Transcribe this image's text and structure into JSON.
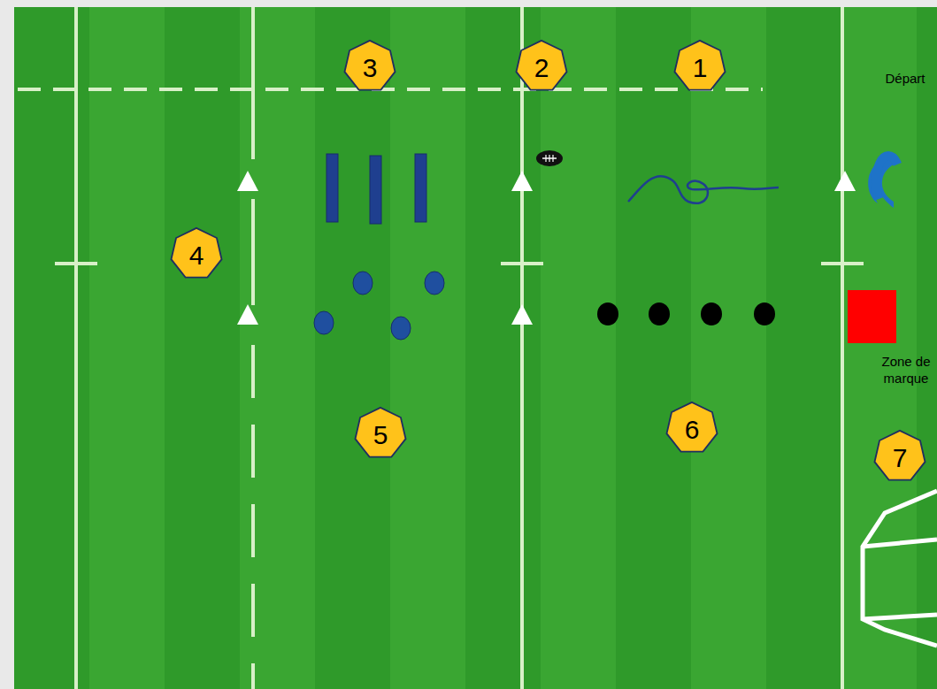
{
  "diagram": {
    "labels": [
      "3",
      "2",
      "1",
      "Départ",
      "4",
      "5",
      "6",
      "Zone de marque",
      "7"
    ]
  }
}
